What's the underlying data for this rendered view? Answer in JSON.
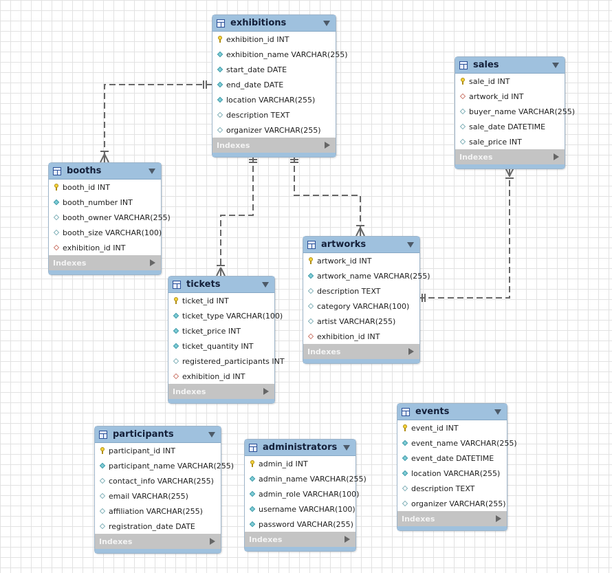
{
  "diagram": {
    "footer_label": "Indexes",
    "tables": [
      {
        "id": "exhibitions",
        "name": "exhibitions",
        "columns": [
          {
            "text": "exhibition_id INT",
            "icon": "primary-key-icon"
          },
          {
            "text": "exhibition_name VARCHAR(255)",
            "icon": "not-null-column-icon"
          },
          {
            "text": "start_date DATE",
            "icon": "not-null-column-icon"
          },
          {
            "text": "end_date DATE",
            "icon": "not-null-column-icon"
          },
          {
            "text": "location VARCHAR(255)",
            "icon": "not-null-column-icon"
          },
          {
            "text": "description TEXT",
            "icon": "nullable-column-icon"
          },
          {
            "text": "organizer VARCHAR(255)",
            "icon": "nullable-column-icon"
          }
        ]
      },
      {
        "id": "sales",
        "name": "sales",
        "columns": [
          {
            "text": "sale_id INT",
            "icon": "primary-key-icon"
          },
          {
            "text": "artwork_id INT",
            "icon": "foreign-key-icon"
          },
          {
            "text": "buyer_name VARCHAR(255)",
            "icon": "nullable-column-icon"
          },
          {
            "text": "sale_date DATETIME",
            "icon": "nullable-column-icon"
          },
          {
            "text": "sale_price INT",
            "icon": "nullable-column-icon"
          }
        ]
      },
      {
        "id": "booths",
        "name": "booths",
        "columns": [
          {
            "text": "booth_id INT",
            "icon": "primary-key-icon"
          },
          {
            "text": "booth_number INT",
            "icon": "not-null-column-icon"
          },
          {
            "text": "booth_owner VARCHAR(255)",
            "icon": "nullable-column-icon"
          },
          {
            "text": "booth_size VARCHAR(100)",
            "icon": "nullable-column-icon"
          },
          {
            "text": "exhibition_id INT",
            "icon": "foreign-key-icon"
          }
        ]
      },
      {
        "id": "artworks",
        "name": "artworks",
        "columns": [
          {
            "text": "artwork_id INT",
            "icon": "primary-key-icon"
          },
          {
            "text": "artwork_name VARCHAR(255)",
            "icon": "not-null-column-icon"
          },
          {
            "text": "description TEXT",
            "icon": "nullable-column-icon"
          },
          {
            "text": "category VARCHAR(100)",
            "icon": "nullable-column-icon"
          },
          {
            "text": "artist VARCHAR(255)",
            "icon": "nullable-column-icon"
          },
          {
            "text": "exhibition_id INT",
            "icon": "foreign-key-icon"
          }
        ]
      },
      {
        "id": "tickets",
        "name": "tickets",
        "columns": [
          {
            "text": "ticket_id INT",
            "icon": "primary-key-icon"
          },
          {
            "text": "ticket_type VARCHAR(100)",
            "icon": "not-null-column-icon"
          },
          {
            "text": "ticket_price INT",
            "icon": "not-null-column-icon"
          },
          {
            "text": "ticket_quantity INT",
            "icon": "not-null-column-icon"
          },
          {
            "text": "registered_participants INT",
            "icon": "nullable-column-icon"
          },
          {
            "text": "exhibition_id INT",
            "icon": "foreign-key-icon"
          }
        ]
      },
      {
        "id": "events",
        "name": "events",
        "columns": [
          {
            "text": "event_id INT",
            "icon": "primary-key-icon"
          },
          {
            "text": "event_name VARCHAR(255)",
            "icon": "not-null-column-icon"
          },
          {
            "text": "event_date DATETIME",
            "icon": "not-null-column-icon"
          },
          {
            "text": "location VARCHAR(255)",
            "icon": "not-null-column-icon"
          },
          {
            "text": "description TEXT",
            "icon": "nullable-column-icon"
          },
          {
            "text": "organizer VARCHAR(255)",
            "icon": "nullable-column-icon"
          }
        ]
      },
      {
        "id": "participants",
        "name": "participants",
        "columns": [
          {
            "text": "participant_id INT",
            "icon": "primary-key-icon"
          },
          {
            "text": "participant_name VARCHAR(255)",
            "icon": "not-null-column-icon"
          },
          {
            "text": "contact_info VARCHAR(255)",
            "icon": "nullable-column-icon"
          },
          {
            "text": "email VARCHAR(255)",
            "icon": "nullable-column-icon"
          },
          {
            "text": "affiliation VARCHAR(255)",
            "icon": "nullable-column-icon"
          },
          {
            "text": "registration_date DATE",
            "icon": "nullable-column-icon"
          }
        ]
      },
      {
        "id": "administrators",
        "name": "administrators",
        "columns": [
          {
            "text": "admin_id INT",
            "icon": "primary-key-icon"
          },
          {
            "text": "admin_name VARCHAR(255)",
            "icon": "not-null-column-icon"
          },
          {
            "text": "admin_role VARCHAR(100)",
            "icon": "not-null-column-icon"
          },
          {
            "text": "username VARCHAR(100)",
            "icon": "not-null-column-icon"
          },
          {
            "text": "password VARCHAR(255)",
            "icon": "not-null-column-icon"
          }
        ]
      }
    ],
    "relationships": [
      {
        "from": "exhibitions",
        "to": "booths",
        "type": "one-to-many"
      },
      {
        "from": "exhibitions",
        "to": "tickets",
        "type": "one-to-many"
      },
      {
        "from": "exhibitions",
        "to": "artworks",
        "type": "one-to-many"
      },
      {
        "from": "artworks",
        "to": "sales",
        "type": "one-to-many"
      }
    ],
    "colors": {
      "header": "#9fc1de",
      "indexes_bar": "#c4c4c4",
      "connector": "#666666"
    }
  }
}
